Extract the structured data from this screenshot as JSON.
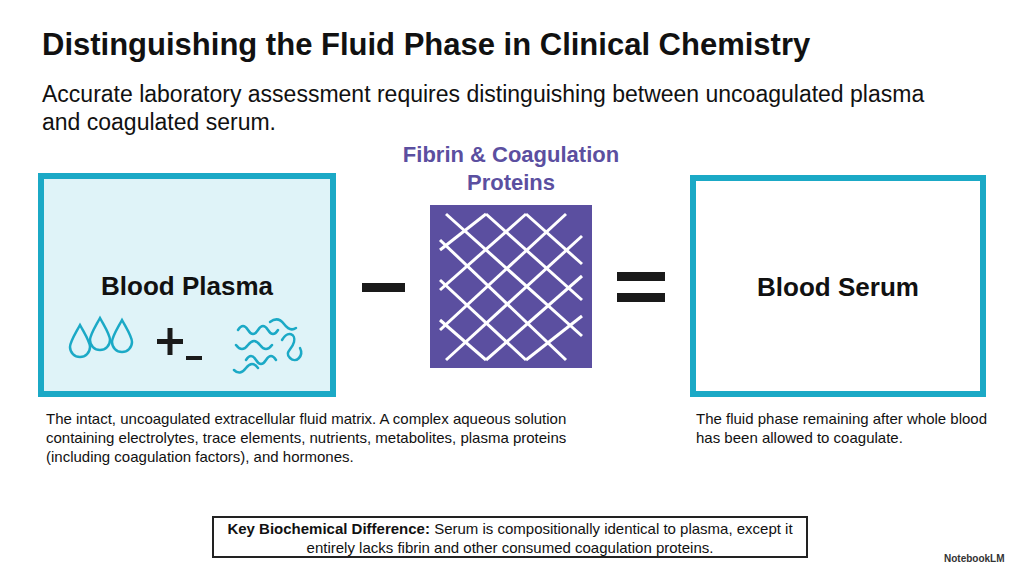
{
  "diagram": {
    "title": "Distinguishing the Fluid Phase in Clinical Chemistry",
    "nodes": [
      {
        "text": [
          "Blood Plasma",
          "The intact, uncoagulated extracellular fluid matrix. A complex aqueous solution containing electrolytes, trace elements, nutrients, metabolites, plasma proteins (including coagulation factors), and hormones."
        ]
      },
      {
        "text": [
          "Fibrin & Coagulation Proteins"
        ]
      },
      {
        "text": [
          "Blood Serum",
          "The fluid phase remaining after whole blood has been allowed to coagulate."
        ]
      },
      {
        "text": [
          "Key Biochemical Difference:",
          "Serum is compositionally identical to plasma, except it entirely lacks fibrin and other consumed coagulation proteins."
        ]
      }
    ],
    "labels": [
      "Accurate laboratory assessment requires distinguishing between uncoagulated plasma and coagulated serum.",
      "NotebookLM"
    ]
  }
}
